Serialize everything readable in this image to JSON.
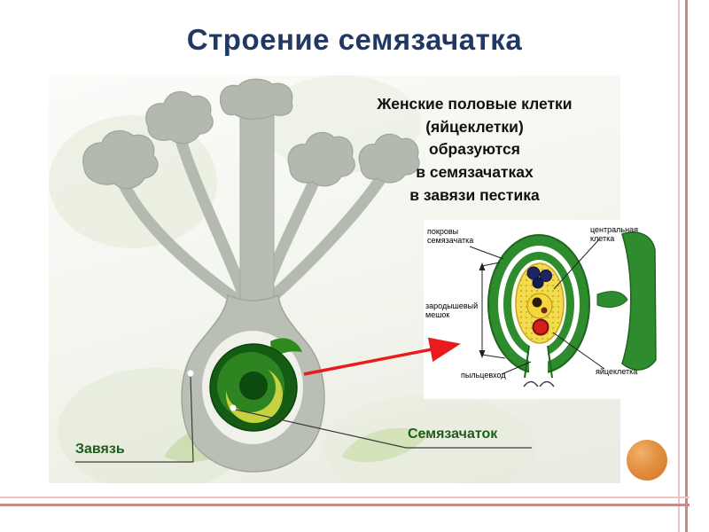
{
  "slide": {
    "title": "Строение семязачатка",
    "description_lines": [
      "Женские половые клетки",
      "(яйцеклетки)",
      "образуются",
      "в семязачатках",
      "в завязи пестика"
    ]
  },
  "diagram": {
    "ovary_label": "Завязь",
    "ovule_label": "Семязачаток"
  },
  "inset": {
    "integument_label": "покровы семязачатка",
    "central_cell_label": "центральная клетка",
    "embryo_sac_label": "зародышевый мешок",
    "micropyle_label": "пыльцевход",
    "egg_cell_label": "яйцеклетка"
  },
  "colors": {
    "title_text": "#203864",
    "frame_pink_dark": "#C98A8A",
    "frame_pink_light": "#ECC6C6",
    "accent_circle_orange": "#E08A3C",
    "diagram_label_green": "#1E5C1E",
    "arrow_red": "#E81C1C"
  }
}
